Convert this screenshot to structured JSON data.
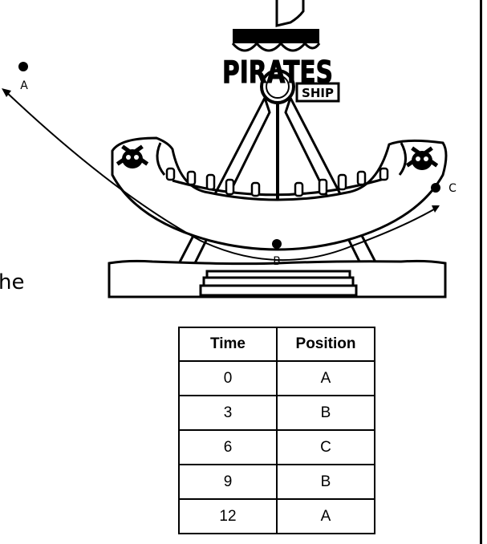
{
  "points": {
    "a": "A",
    "b": "B",
    "c": "C"
  },
  "side_text": "he",
  "ride_sign": {
    "title": "PIRATES",
    "subtitle": "SHIP"
  },
  "table": {
    "headers": [
      "Time",
      "Position"
    ],
    "rows": [
      [
        "0",
        "A"
      ],
      [
        "3",
        "B"
      ],
      [
        "6",
        "C"
      ],
      [
        "9",
        "B"
      ],
      [
        "12",
        "A"
      ]
    ]
  }
}
